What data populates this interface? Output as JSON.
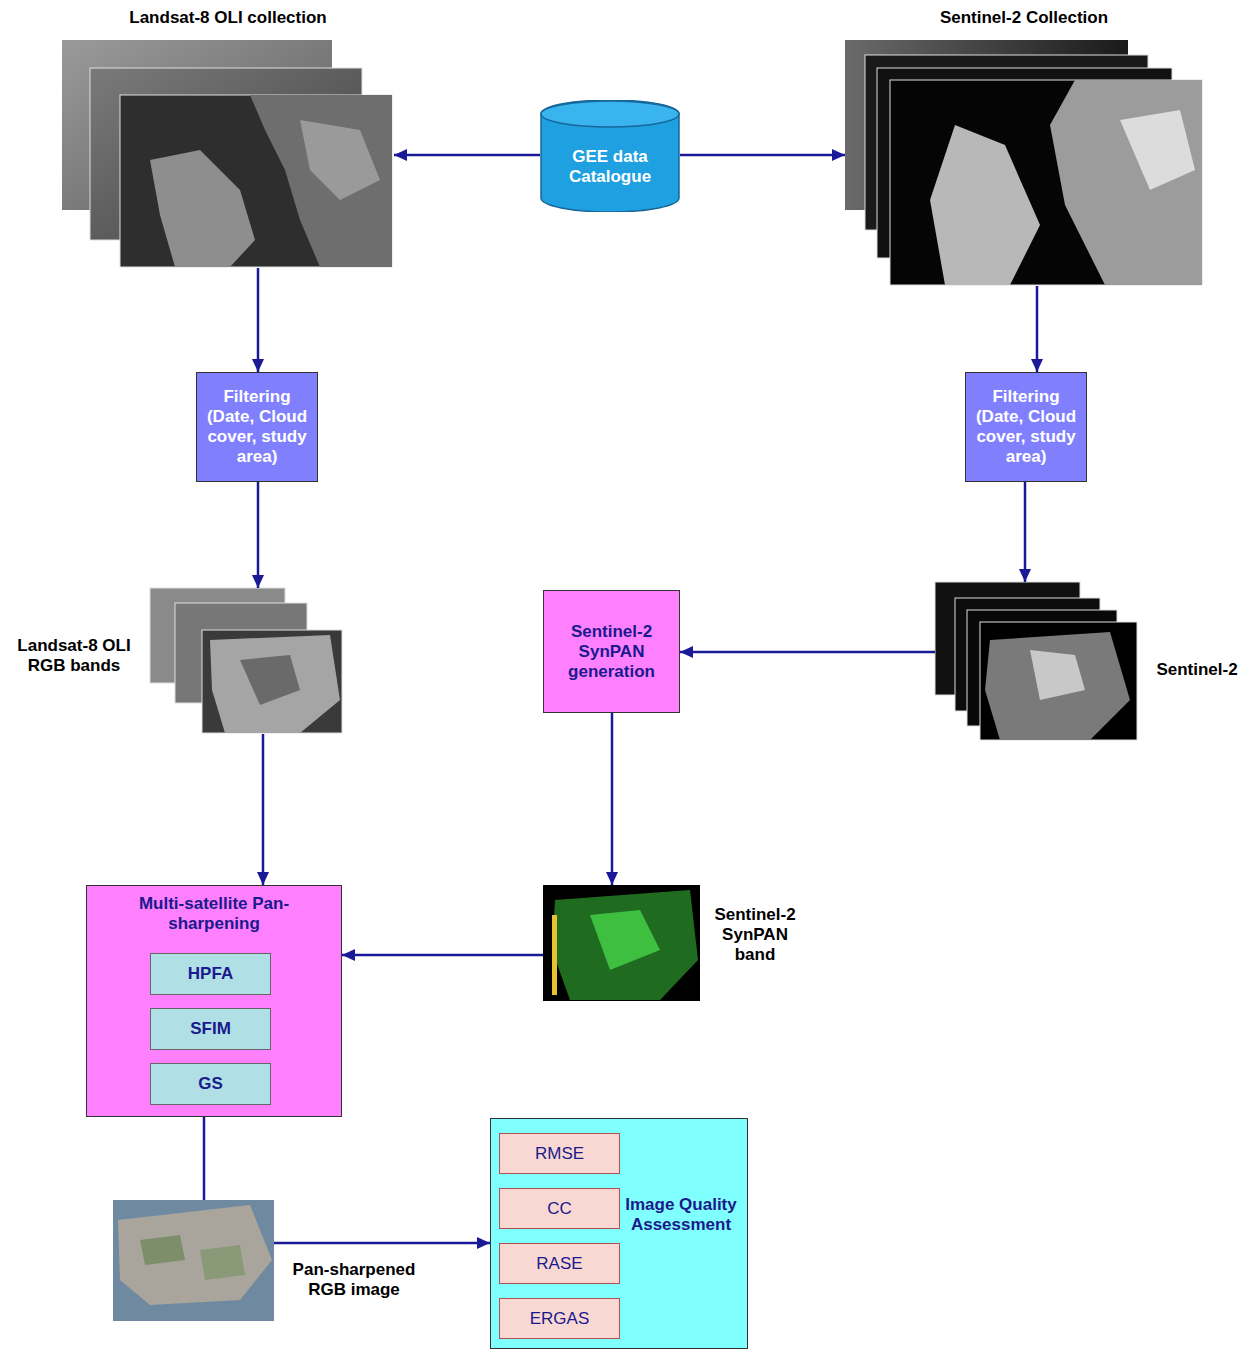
{
  "diagram": {
    "nodes": [
      {
        "text": [
          "Landsat-8 OLI collection"
        ]
      },
      {
        "text": [
          "GEE data Catalogue"
        ]
      },
      {
        "text": [
          "Sentinel-2 Collection"
        ]
      },
      {
        "text": [
          "Filtering (Date, Cloud cover, study area)"
        ]
      },
      {
        "text": [
          "Filtering (Date, Cloud cover, study area)"
        ]
      },
      {
        "text": [
          "Landsat-8 OLI RGB bands"
        ]
      },
      {
        "text": [
          "Sentinel-2 SynPAN generation"
        ]
      },
      {
        "text": [
          "Sentinel-2"
        ]
      },
      {
        "text": [
          "Multi-satellite Pan-sharpening"
        ]
      },
      {
        "text": [
          "HPFA"
        ],
        "in": 8
      },
      {
        "text": [
          "SFIM"
        ],
        "in": 8
      },
      {
        "text": [
          "GS"
        ],
        "in": 8
      },
      {
        "text": [
          "Sentinel-2 SynPAN band"
        ]
      },
      {
        "text": [
          "Pan-sharpened RGB image"
        ]
      },
      {
        "text": [
          "Image Quality Assessment"
        ]
      },
      {
        "text": [
          "RMSE"
        ],
        "in": 14
      },
      {
        "text": [
          "CC"
        ],
        "in": 14
      },
      {
        "text": [
          "RASE"
        ],
        "in": 14
      },
      {
        "text": [
          "ERGAS"
        ],
        "in": 14
      }
    ],
    "edges": [
      {
        "from": 1,
        "to": 0,
        "arrow": "to"
      },
      {
        "from": 1,
        "to": 2,
        "arrow": "to"
      },
      {
        "from": 0,
        "to": 3,
        "arrow": "to"
      },
      {
        "from": 2,
        "to": 4,
        "arrow": "to"
      },
      {
        "from": 3,
        "to": 5,
        "arrow": "to"
      },
      {
        "from": 4,
        "to": 7,
        "arrow": "to"
      },
      {
        "from": 7,
        "to": 6,
        "arrow": "to"
      },
      {
        "from": 6,
        "to": 12,
        "arrow": "to"
      },
      {
        "from": 5,
        "to": 8,
        "arrow": "to"
      },
      {
        "from": 12,
        "to": 8,
        "arrow": "to"
      },
      {
        "from": 8,
        "to": 13,
        "arrow": "none"
      },
      {
        "from": 13,
        "to": 14,
        "arrow": "to"
      }
    ]
  }
}
